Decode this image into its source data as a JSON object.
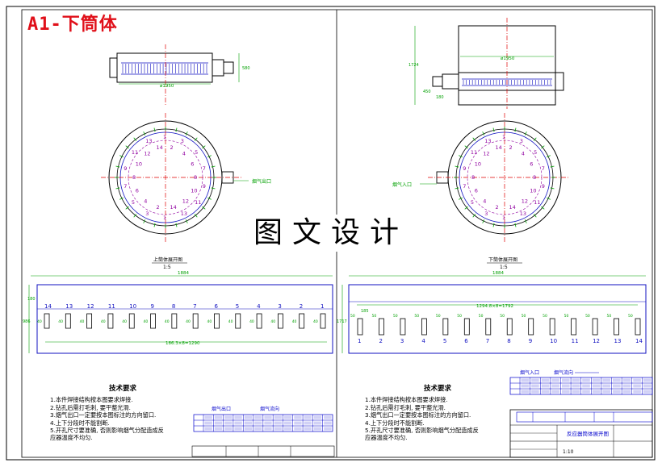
{
  "title": "A1-下筒体",
  "watermark": "图文设计",
  "left": {
    "top_view": {
      "dim_bottom": "ø1950",
      "dim_side": "580"
    },
    "circle_view": {
      "label": "上筒体展开图",
      "scale": "1:5",
      "callout": "烟气出口"
    },
    "unfold": {
      "dim_top": "1884",
      "dim_bottom": "186.3×8=1290",
      "dim_left": "986",
      "dim_left_small": "180",
      "numbers": [
        "14",
        "13",
        "12",
        "11",
        "10",
        "9",
        "8",
        "7",
        "6",
        "5",
        "4",
        "3",
        "2",
        "1"
      ],
      "hole_label": "40"
    },
    "notes": {
      "heading": "技术要求",
      "lines": [
        "1.本件焊接结构按本图要求焊接.",
        "2.钻孔后需打毛刺, 要平整光滑.",
        "3.烟气出口一定要按本图标注的方向留口.",
        "4.上下分段时不能割断.",
        "5.开孔尺寸要准确, 否则影响烟气分配造成反",
        "应器温度不均匀."
      ]
    },
    "table_labels": [
      "烟气出口",
      "烟气流向"
    ]
  },
  "right": {
    "side_view": {
      "dim_top": "ø1950",
      "dim_side": "1724",
      "dim_small": "450",
      "dim_mid": "180"
    },
    "circle_view": {
      "label": "下筒体展开图",
      "scale": "1:5",
      "callout": "烟气入口"
    },
    "unfold": {
      "dim_top": "1884",
      "dim_mid": "1294.8×8=1792",
      "dim_small": "185",
      "dim_left": "1717",
      "numbers": [
        "1",
        "2",
        "3",
        "4",
        "5",
        "6",
        "7",
        "8",
        "9",
        "10",
        "11",
        "12",
        "13",
        "14"
      ],
      "hole_label": "50"
    },
    "notes": {
      "heading": "技术要求",
      "lines": [
        "1.本件焊接结构按本图要求焊接.",
        "2.钻孔后需打毛刺, 要平整光滑.",
        "3.烟气出口一定要按本图标注的方向留口.",
        "4.上下分段时不能割断.",
        "5.开孔尺寸要准确, 否则影响烟气分配造成反",
        "应器温度不均匀."
      ]
    },
    "table_labels": [
      "烟气入口",
      "烟气流向"
    ],
    "title_block": {
      "drawing_name": "反应器筒体展开图",
      "scale": "1:10"
    }
  },
  "colors": {
    "frame": "#000000",
    "outline": "#1010c0",
    "dimension": "#00a000",
    "center": "#e00000",
    "table": "#0000cc",
    "holes": "#9000a0"
  }
}
